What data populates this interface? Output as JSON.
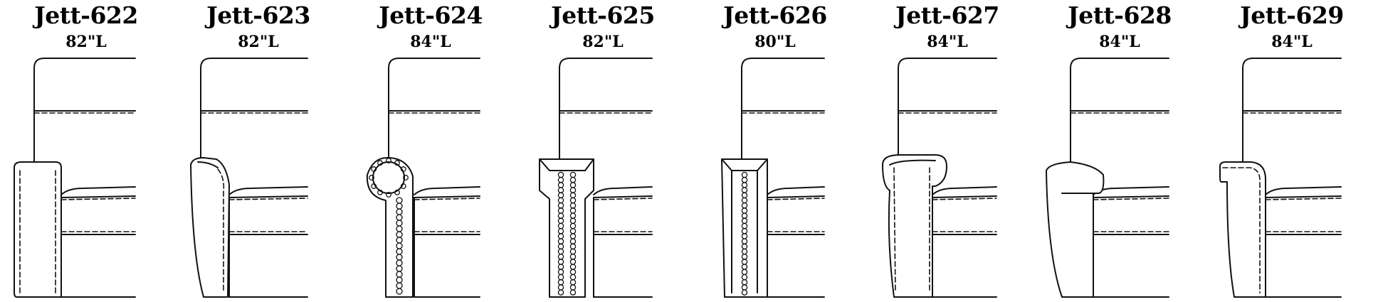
{
  "items": [
    {
      "model": "Jett-622",
      "length": "82\"L",
      "arm": "track"
    },
    {
      "model": "Jett-623",
      "length": "82\"L",
      "arm": "slope"
    },
    {
      "model": "Jett-624",
      "length": "84\"L",
      "arm": "rolled-studs"
    },
    {
      "model": "Jett-625",
      "length": "82\"L",
      "arm": "box-studs"
    },
    {
      "model": "Jett-626",
      "length": "80\"L",
      "arm": "box-studs-narrow"
    },
    {
      "model": "Jett-627",
      "length": "84\"L",
      "arm": "pillow-top"
    },
    {
      "model": "Jett-628",
      "length": "84\"L",
      "arm": "wedge"
    },
    {
      "model": "Jett-629",
      "length": "84\"L",
      "arm": "shelter"
    }
  ]
}
